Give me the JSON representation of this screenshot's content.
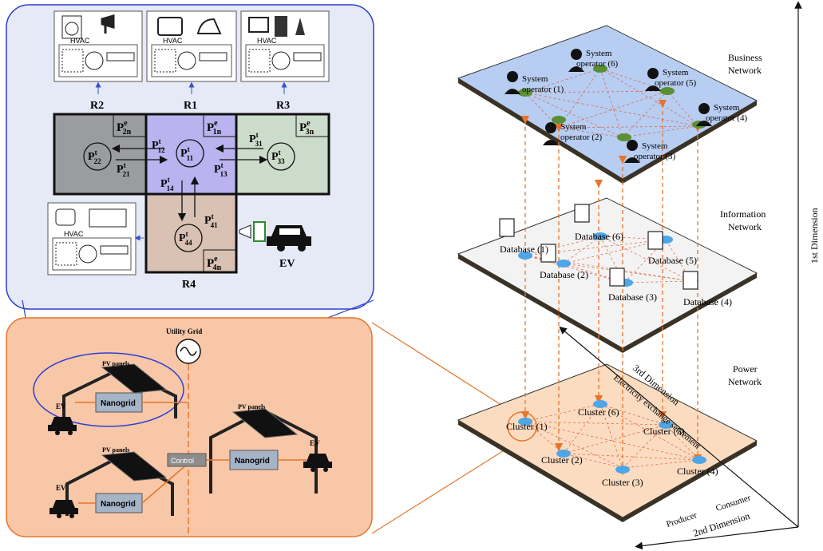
{
  "rooms": {
    "r1": "R1",
    "r2": "R2",
    "r3": "R3",
    "r4": "R4",
    "hvac": "HVAC",
    "ev": "EV"
  },
  "flows": {
    "p12": "P",
    "p12s": "12",
    "p21": "P",
    "p21s": "21",
    "p31": "P",
    "p31s": "31",
    "p13": "P",
    "p13s": "13",
    "p14": "P",
    "p14s": "14",
    "p41": "P",
    "p41s": "41",
    "p11": "P",
    "p11s": "11",
    "p22": "P",
    "p22s": "22",
    "p33": "P",
    "p33s": "33",
    "p44": "P",
    "p44s": "44",
    "t": "t",
    "e": "e",
    "p1n": "1n",
    "p2n": "2n",
    "p3n": "3n",
    "p4n": "4n"
  },
  "grid": {
    "utility": "Utility Grid",
    "pv": "PV panels",
    "nanogrid": "Nanogrid",
    "control": "Control",
    "ev": "EV"
  },
  "layers": {
    "business": [
      "Business",
      "Network"
    ],
    "information": [
      "Information",
      "Network"
    ],
    "power": [
      "Power",
      "Network"
    ]
  },
  "operators": [
    [
      "System",
      "operator (1)"
    ],
    [
      "System",
      "operator (2)"
    ],
    [
      "System",
      "operator (3)"
    ],
    [
      "System",
      "operator (4)"
    ],
    [
      "System",
      "operator (5)"
    ],
    [
      "System",
      "operator (6)"
    ]
  ],
  "databases": [
    "Database (1)",
    "Database (2)",
    "Database (3)",
    "Database (4)",
    "Database (5)",
    "Database (6)"
  ],
  "clusters": [
    "Cluster (1)",
    "Cluster (2)",
    "Cluster (3)",
    "Cluster (4)",
    "Cluster (5)",
    "Cluster (6)"
  ],
  "axes": {
    "dim1": "1st Dimension",
    "dim2": "2nd Dimension",
    "dim3": "3rd Dimension",
    "settlement": "Electricity exchange settlement",
    "producer": "Producer",
    "consumer": "Consumer"
  },
  "colors": {
    "business": "#b7cdf2",
    "information": "#f3f3f3",
    "power": "#fbdcc0",
    "bluePanel": "#e6e9f6",
    "orangePanel": "#f7c7a8",
    "room1": "#bab3f0",
    "room2": "#9a9c9f",
    "room3": "#cbdcca",
    "room4": "#d9c1b3",
    "dash": "#e8752a",
    "node": "#4ea6e8",
    "opnode": "#5a8f33"
  }
}
